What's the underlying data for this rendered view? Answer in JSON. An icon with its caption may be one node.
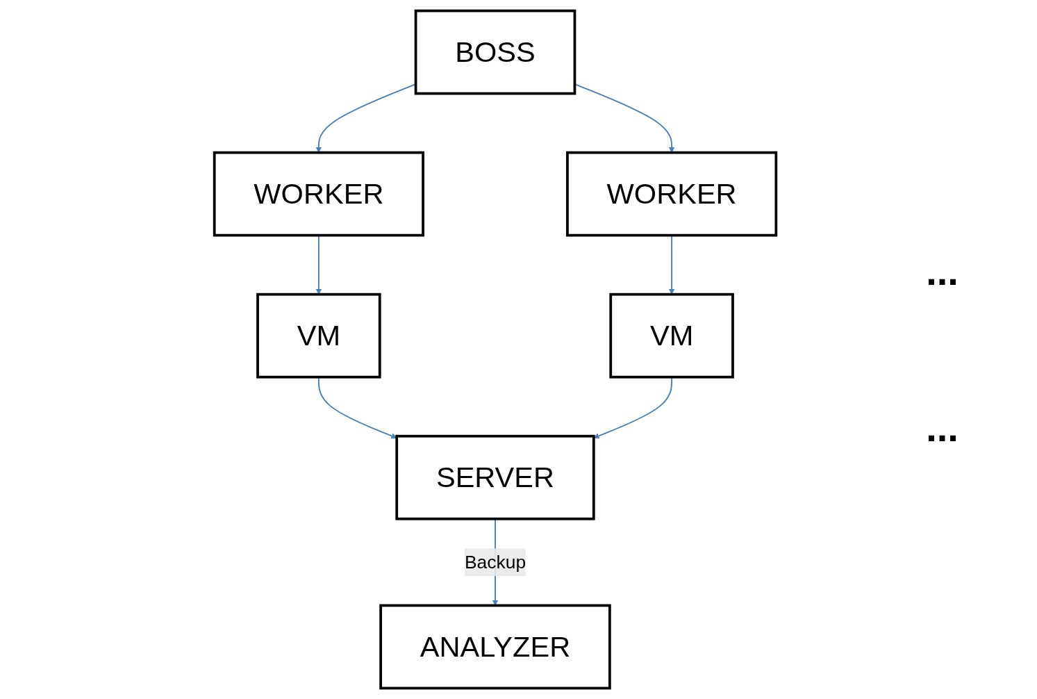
{
  "diagram": {
    "nodes": [
      {
        "text": [
          "BOSS"
        ]
      },
      {
        "text": [
          "WORKER"
        ]
      },
      {
        "text": [
          "WORKER"
        ]
      },
      {
        "text": [
          "VM"
        ]
      },
      {
        "text": [
          "VM"
        ]
      },
      {
        "text": [
          "SERVER"
        ]
      },
      {
        "text": [
          "ANALYZER"
        ]
      }
    ],
    "edges": [
      {
        "from": 0,
        "to": 1,
        "arrow": "to"
      },
      {
        "from": 0,
        "to": 2,
        "arrow": "to"
      },
      {
        "from": 1,
        "to": 3,
        "arrow": "to"
      },
      {
        "from": 2,
        "to": 4,
        "arrow": "to"
      },
      {
        "from": 3,
        "to": 5,
        "arrow": "to"
      },
      {
        "from": 4,
        "to": 5,
        "arrow": "to"
      },
      {
        "from": 5,
        "to": 6,
        "label": "Backup",
        "arrow": "to"
      }
    ],
    "labels": [
      "...",
      "..."
    ]
  }
}
